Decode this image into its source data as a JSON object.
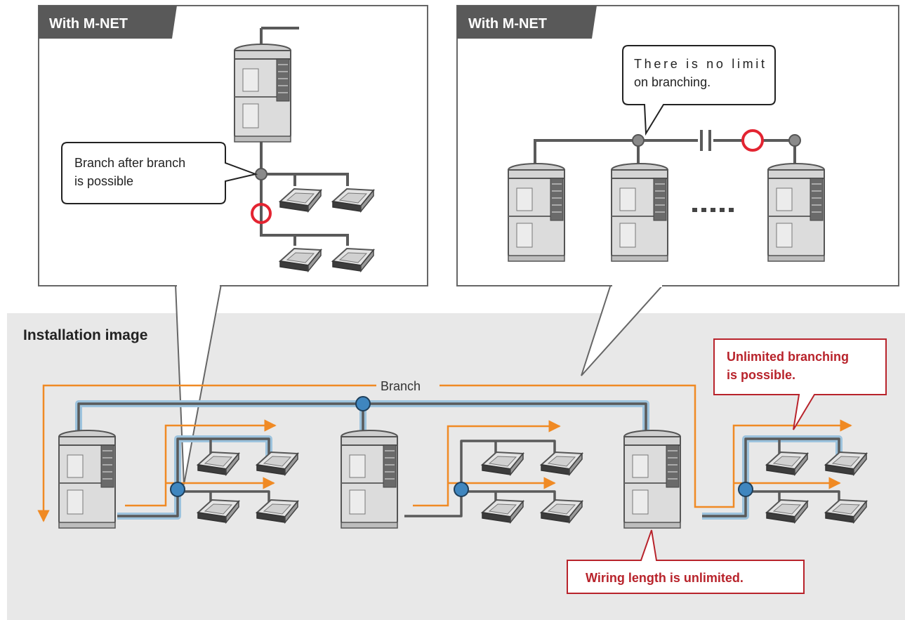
{
  "panels": {
    "left": {
      "tab_label": "With M-NET",
      "callout_lines": [
        "Branch after branch",
        "is possible"
      ]
    },
    "right": {
      "tab_label": "With M-NET",
      "callout_lines": [
        "There is no limit",
        "on branching."
      ]
    }
  },
  "installation": {
    "title": "Installation image",
    "branch_label": "Branch",
    "unlimited_branching_lines": [
      "Unlimited branching",
      "is possible."
    ],
    "wiring_label": "Wiring length is unlimited."
  },
  "colors": {
    "background_panel": "#e8e8e8",
    "tab": "#595959",
    "wiring_line": "#5a5a5a",
    "wiring_halo": "#9dc3dd",
    "node": "#3f86bf",
    "orange_arrow": "#f08a24",
    "red_marker": "#e32431",
    "red_text": "#b8232b"
  }
}
